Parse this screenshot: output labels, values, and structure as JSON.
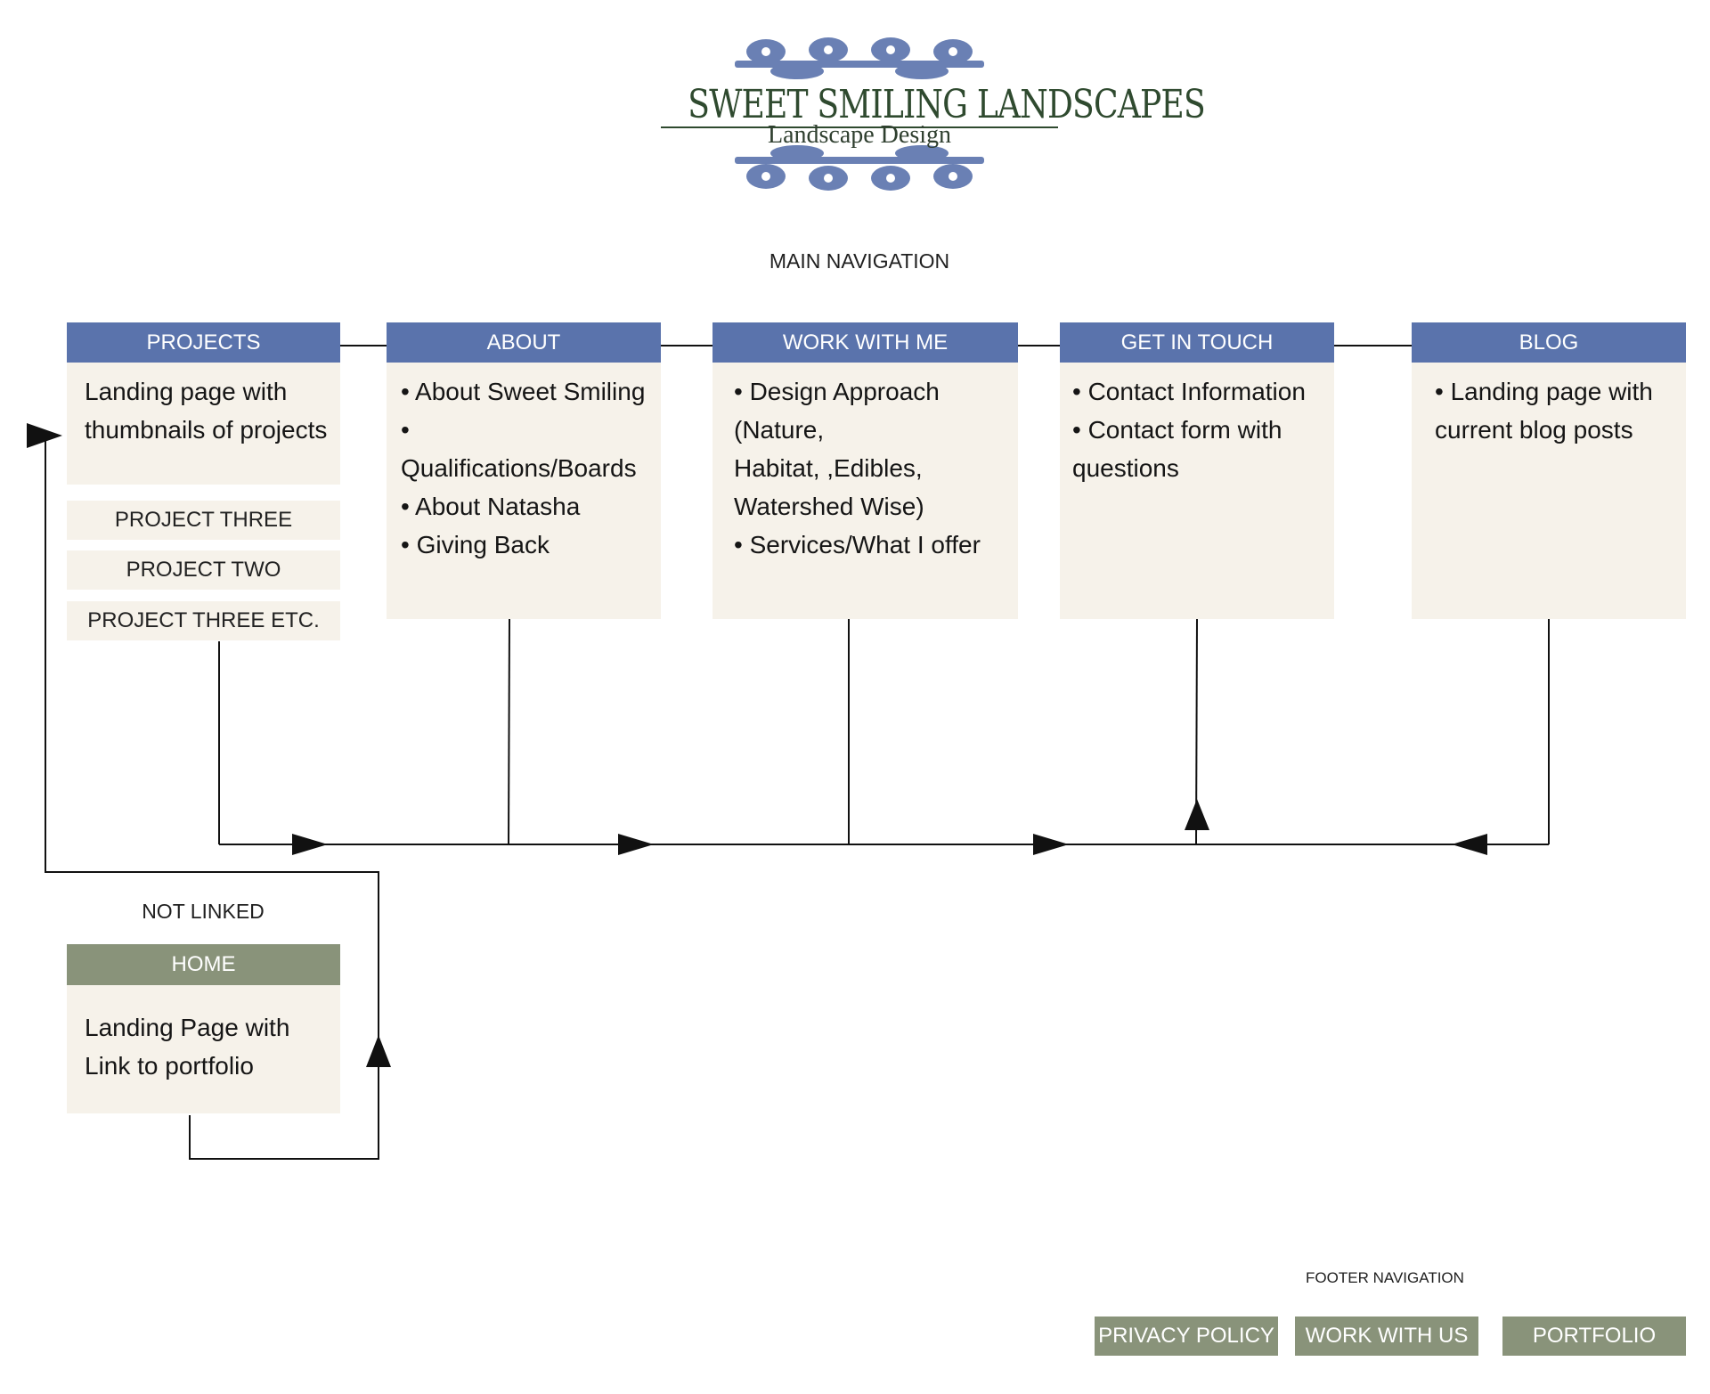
{
  "logo": {
    "title": "SWEET SMILING LANDSCAPES",
    "subtitle": "Landscape Design",
    "brand_color": "#2f4a2f",
    "ornament_color": "#5a73ac"
  },
  "main_navigation": {
    "caption": "MAIN NAVIGATION",
    "header_color": "#5a73ac",
    "box_color": "#f6f2ea",
    "boxes": [
      {
        "label": "PROJECTS",
        "body": "Landing page with\nthumbnails of projects",
        "subpages": [
          "PROJECT THREE",
          "PROJECT TWO",
          "PROJECT THREE ETC."
        ]
      },
      {
        "label": "ABOUT",
        "body": "• About Sweet Smiling\n• Qualifications/Boards\n• About Natasha\n• Giving Back"
      },
      {
        "label": "WORK WITH ME",
        "body": "• Design Approach\n(Nature,\nHabitat, ,Edibles,\nWatershed Wise)\n• Services/What I offer"
      },
      {
        "label": "GET IN TOUCH",
        "body": "• Contact Information\n• Contact form with\nquestions"
      },
      {
        "label": "BLOG",
        "body": "• Landing page with\ncurrent blog posts"
      }
    ]
  },
  "not_linked": {
    "caption": "NOT LINKED",
    "home": {
      "label": "HOME",
      "body": "Landing Page with\nLink to portfolio",
      "header_color": "#89937a"
    }
  },
  "footer_navigation": {
    "caption": "FOOTER NAVIGATION",
    "button_color": "#89937a",
    "buttons": [
      "PRIVACY POLICY",
      "WORK WITH US",
      "PORTFOLIO"
    ]
  }
}
